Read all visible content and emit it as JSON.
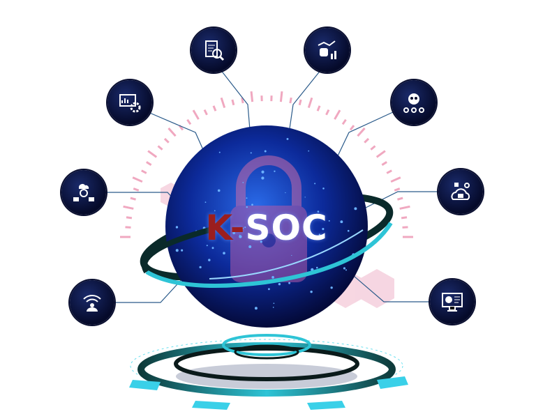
{
  "title": {
    "prefix": "K-",
    "main": "SOC"
  },
  "colors": {
    "globe": "#0a2a9a",
    "accent": "#2ec4d6",
    "brand_red": "#9b1e1e",
    "ticks": "#f0a8c0"
  },
  "nodes": [
    {
      "id": "document-search",
      "icon": "document-search-icon"
    },
    {
      "id": "analytics-hand",
      "icon": "hand-analytics-icon"
    },
    {
      "id": "dashboard-settings",
      "icon": "dashboard-gear-icon"
    },
    {
      "id": "threat-network",
      "icon": "skull-network-icon"
    },
    {
      "id": "cloud-network",
      "icon": "cloud-network-icon"
    },
    {
      "id": "cloud-security",
      "icon": "cloud-lock-icon"
    },
    {
      "id": "wireless-user",
      "icon": "wifi-user-icon"
    },
    {
      "id": "monitoring-screen",
      "icon": "monitor-chart-icon"
    }
  ]
}
